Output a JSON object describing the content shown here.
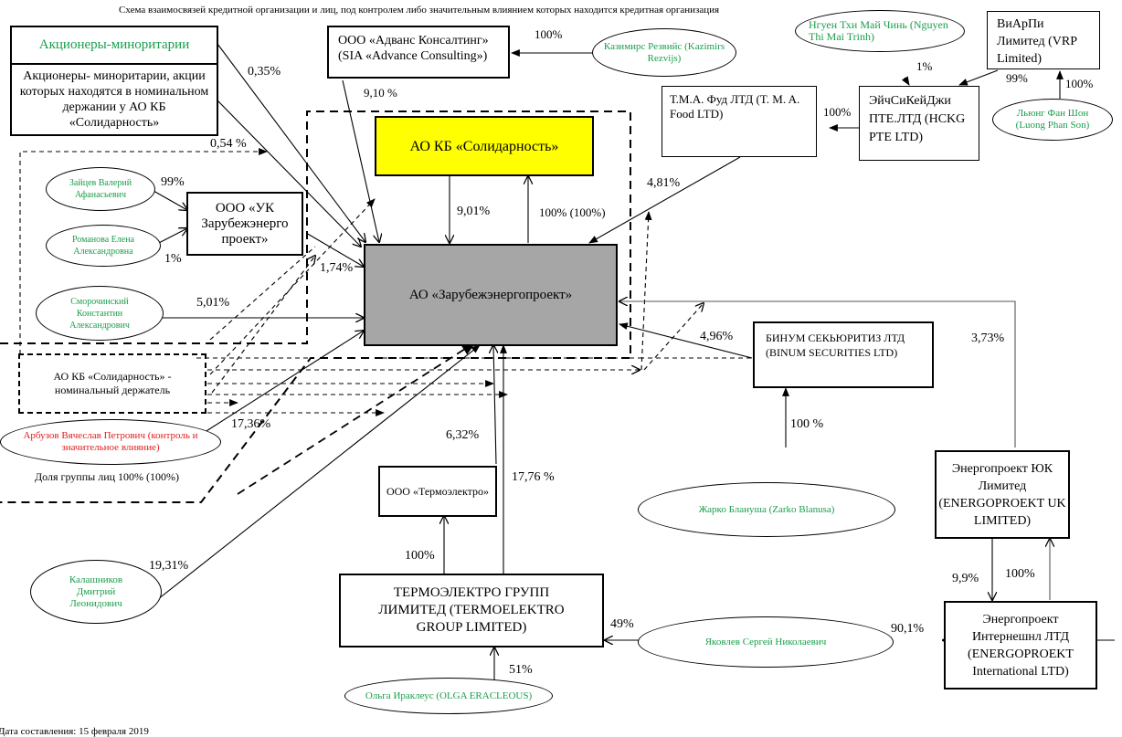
{
  "title": "Схема взаимосвязей кредитной организации и лиц, под контролем либо значительным влиянием которых находится кредитная организация",
  "footer": "Дата составления: 15 февраля 2019",
  "colors": {
    "bank_fill": "#ffff00",
    "target_fill": "#a6a6a6",
    "person_text": "#1a9e4b",
    "controller_text": "#e02020"
  },
  "entities": {
    "minority": "Акционеры-миноритарии",
    "minority_nominal": "Акционеры- миноритарии, акции которых находятся в номинальном держании у АО КБ «Солидарность»",
    "advance": "ООО «Адванс Консалтинг» (SIA «Advance Consulting»)",
    "bank": "АО КБ «Солидарность»",
    "target": "АО «Зарубежэнергопроект»",
    "uk": "ООО «УК Зарубежэнерго проект»",
    "nominal_holder": "АО КБ «Солидарность» - номинальный держатель",
    "tma": "Т.М.А. Фуд ЛТД (T. M. A. Food LTD)",
    "hckg": "ЭйчСиКейДжи ПТЕ.ЛТД (HCKG PTE LTD)",
    "vrp": "ВиАрПи Лимитед (VRP Limited)",
    "binum": "БИНУМ СЕКЬЮРИТИЗ ЛТД (BINUM SECURITIES LTD)",
    "termoelektro": "ООО «Термоэлектро»",
    "termoelektro_group": "ТЕРМОЭЛЕКТРО ГРУПП ЛИМИТЕД (TERMOELEKTRO GROUP LIMITED)",
    "energo_uk": "Энергопроект ЮК Лимитед (ENERGOPROEKT UK LIMITED)",
    "energo_intl": "Энергопроект Интернешнл ЛТД (ENERGOPROEKT International LTD)"
  },
  "persons": {
    "rezvijs": "Казимирс Резвийс (Kazimirs Rezvijs)",
    "nguyen": "Нгуен Тхи Май Чинь (Nguyen Thi Mai Trinh)",
    "luong": "Льюнг Фан Шон (Luong Phan Son)",
    "zaitsev": "Зайцев Валерий Афанасьевич",
    "romanova": "Романова Елена Александровна",
    "smorochinsky": "Сморочинский Константин Александрович",
    "arbuzov": "Арбузов Вячеслав Петрович (контроль и значительное влияние)",
    "kalashnikov": "Калашников Дмитрий Леонидович",
    "blanusa": "Жарко Бланушa (Zarko Blanusa)",
    "yakovlev": "Яковлев Сергей Николаевич",
    "eracleous": "Ольга Ираклеус (OLGA ERACLEOUS)"
  },
  "group_share": "Доля группы лиц 100% (100%)",
  "shares": {
    "minority": "0,35%",
    "minority_nominal": "0,54 %",
    "advance": "9,10 %",
    "rezvijs": "100%",
    "nguyen": "1%",
    "vrp": "99%",
    "luong": "100%",
    "hckg_tma": "100%",
    "tma": "4,81%",
    "bank_to_target": "9,01%",
    "target_to_bank": "100% (100%)",
    "zaitsev": "99%",
    "romanova": "1%",
    "uk": "1,74%",
    "smorochinsky": "5,01%",
    "arbuzov": "17,36%",
    "kalashnikov": "19,31%",
    "termoelektro": "6,32%",
    "termoelektro_group": "17,76 %",
    "group_to_termo": "100%",
    "binum": "4,96%",
    "blanusa": "100 %",
    "energo_uk": "3,73%",
    "yakovlev_group": "49%",
    "yakovlev_intl": "90,1%",
    "eracleous": "51%",
    "uk_to_intl": "9,9%",
    "intl_to_uk": "100%"
  }
}
